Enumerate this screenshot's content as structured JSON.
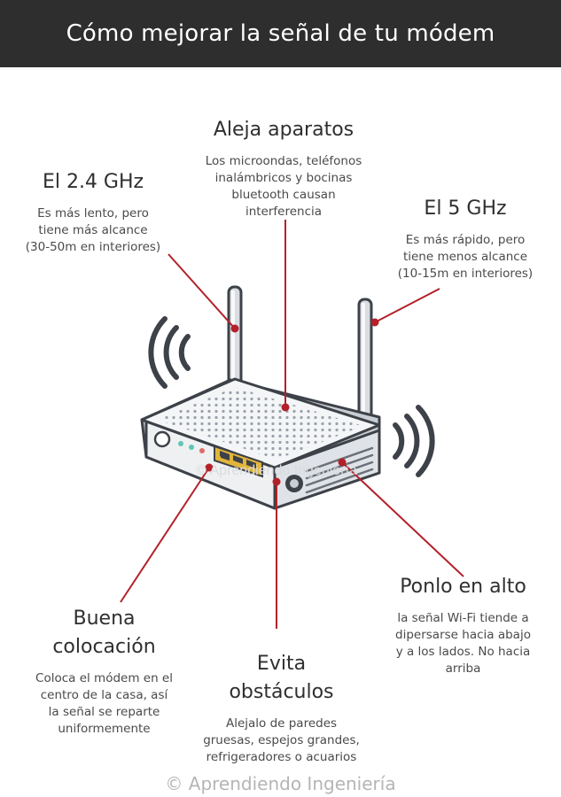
{
  "header": {
    "title": "Cómo mejorar la señal de tu módem"
  },
  "callouts": {
    "aleja": {
      "title": "Aleja aparatos",
      "desc": [
        "Los microondas, teléfonos",
        "inalámbricos y bocinas",
        "bluetooth causan",
        "interferencia"
      ]
    },
    "ghz24": {
      "title": "El 2.4 GHz",
      "desc": [
        "Es más lento, pero",
        "tiene más alcance",
        "(30-50m en interiores)"
      ]
    },
    "ghz5": {
      "title": "El 5 GHz",
      "desc": [
        "Es más rápido, pero",
        "tiene menos alcance",
        "(10-15m en interiores)"
      ]
    },
    "alto": {
      "title": "Ponlo en alto",
      "desc": [
        "la señal Wi-Fi tiende a",
        "dipersarse hacia abajo",
        "y a los lados. No hacia",
        "arriba"
      ]
    },
    "colocacion": {
      "title": [
        "Buena",
        "colocación"
      ],
      "desc": [
        "Coloca el módem en el",
        "centro de la casa, así",
        "la señal se reparte",
        "uniformemente"
      ]
    },
    "obstaculos": {
      "title": [
        "Evita",
        "obstáculos"
      ],
      "desc": [
        "Alejalo de paredes",
        "gruesas, espejos grandes,",
        "refrigeradores o acuarios"
      ]
    }
  },
  "footer": {
    "credit": "© Aprendiendo Ingeniería"
  },
  "watermark": {
    "text": "© Aprendiendo Ingeniería"
  },
  "colors": {
    "header_bg": "#2e2e2e",
    "leader_line": "#b3202a",
    "router_body": "#e8ebee",
    "router_outline": "#3d4148",
    "port_yellow": "#e2b53a",
    "led": "#5ec6b4"
  },
  "icons": [
    "router-icon",
    "wifi-waves-left-icon",
    "wifi-waves-right-icon",
    "antenna-icon",
    "ethernet-port-icon",
    "power-button-icon"
  ]
}
